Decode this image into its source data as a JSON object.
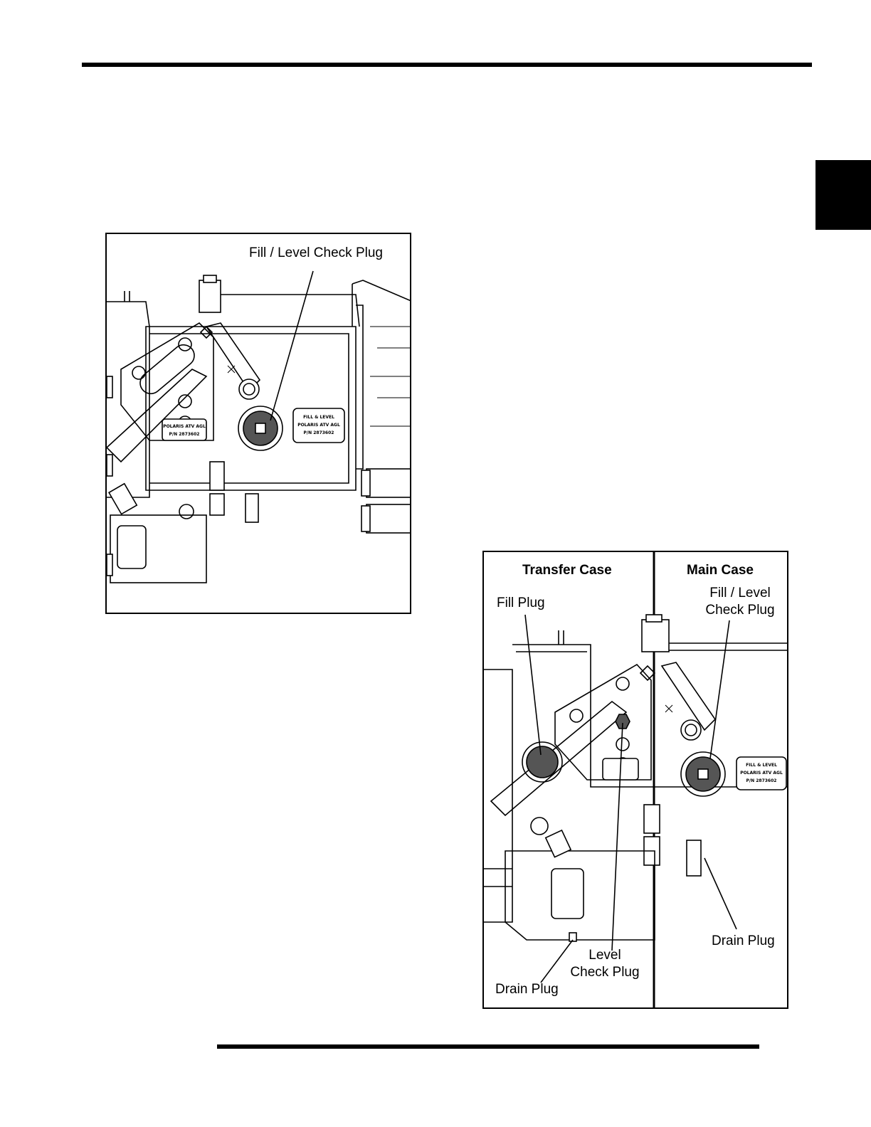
{
  "figure1": {
    "callout_fill_level": "Fill / Level Check Plug",
    "decal": [
      "FILL & LEVEL",
      "POLARIS ATV AGL",
      "P/N 2873602"
    ]
  },
  "figure2": {
    "header_transfer": "Transfer Case",
    "header_main": "Main Case",
    "callout_fill_plug": "Fill Plug",
    "callout_fill_level_1": "Fill / Level",
    "callout_fill_level_2": "Check Plug",
    "callout_level_check_1": "Level",
    "callout_level_check_2": "Check Plug",
    "callout_drain_left": "Drain Plug",
    "callout_drain_right": "Drain Plug",
    "decal": [
      "FILL & LEVEL",
      "POLARIS ATV AGL",
      "P/N 2873602"
    ]
  }
}
